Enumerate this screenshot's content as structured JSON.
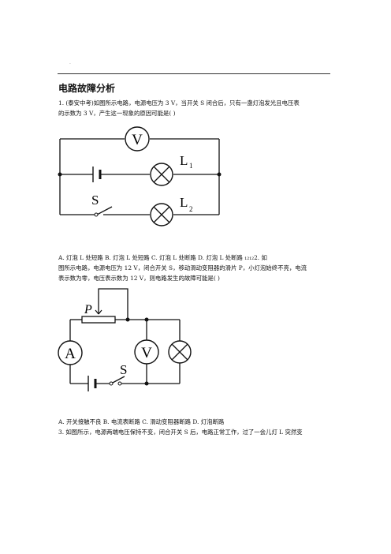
{
  "header": {
    "mark": "."
  },
  "title": "电路故障分析",
  "q1": {
    "line1": "1. (泰安中考)如图所示电路，电源电压为 3  V，当开关 S 闭合后，只有一盏灯泡发光且电压表",
    "line2": "的示数为 3  V，产生这一现象的原因可能是(     )",
    "options": "A. 灯泡 L 处短路          B. 灯泡 L 处短路          C. 灯泡 L 处断路          D. 灯泡 L 处断路 ₁₂₁₂2. 如"
  },
  "q2": {
    "line1": "图所示电路，电源电压为 12 V，闭合开关 S，移动滑动变阻器的滑片 P，小灯泡始终不亮，电流",
    "line2": "表示数为零，电压表示数为 12  V，则电路发生的故障可能是(     )",
    "options": "A.  开关接触不良          B.  电流表断路          C.  滑动变阻器断路          D.  灯泡断路"
  },
  "q3": {
    "line1": "3. 如图所示，电源两端电压保持不变，闭合开关 S 后，电路正常工作，过了一会儿灯 L 突然变"
  },
  "fig1": {
    "voltmeter": "V",
    "switch": "S",
    "lamp1": "L",
    "lamp1_sub": "1",
    "lamp2": "L",
    "lamp2_sub": "2"
  },
  "fig2": {
    "slider": "P",
    "ammeter": "A",
    "voltmeter": "V",
    "switch": "S"
  }
}
